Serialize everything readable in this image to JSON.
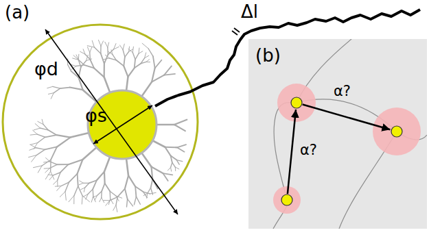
{
  "diagram": {
    "nodes": [
      {
        "text": [
          "(b)"
        ]
      }
    ],
    "labels": [
      "(a)",
      "φd",
      "φs",
      "Δl",
      "α?",
      "α?"
    ]
  }
}
